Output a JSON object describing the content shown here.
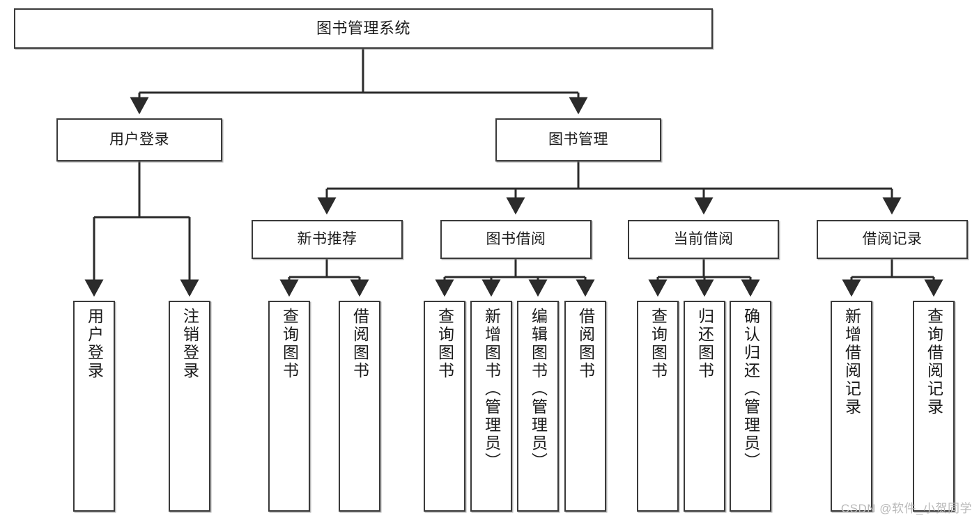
{
  "diagram": {
    "title": "图书管理系统",
    "type": "tree-hierarchy-diagram",
    "watermark": "CSDN @软件_小贺同学",
    "colors": {
      "box_border": "#3a3a3a",
      "box_fill": "#ffffff",
      "connector": "#2b2b2b",
      "text": "#1a1a1a",
      "watermark": "#b9b9b9"
    },
    "nodes": {
      "root": {
        "label": "图书管理系统"
      },
      "level2": [
        {
          "id": "user-login",
          "label": "用户登录"
        },
        {
          "id": "book-management",
          "label": "图书管理"
        }
      ],
      "level3": [
        {
          "id": "new-book-recommend",
          "label": "新书推荐"
        },
        {
          "id": "book-borrow",
          "label": "图书借阅"
        },
        {
          "id": "current-borrow",
          "label": "当前借阅"
        },
        {
          "id": "borrow-record",
          "label": "借阅记录"
        }
      ],
      "leaves": {
        "user-login": [
          {
            "id": "leaf-user-login",
            "label": "用户登录"
          },
          {
            "id": "leaf-user-logout",
            "label": "注销登录"
          }
        ],
        "new-book-recommend": [
          {
            "id": "leaf-query-book-1",
            "label": "查询图书"
          },
          {
            "id": "leaf-borrow-book-1",
            "label": "借阅图书"
          }
        ],
        "book-borrow": [
          {
            "id": "leaf-query-book-2",
            "label": "查询图书"
          },
          {
            "id": "leaf-add-book",
            "label": "新增图书（管理员）"
          },
          {
            "id": "leaf-edit-book",
            "label": "编辑图书（管理员）"
          },
          {
            "id": "leaf-borrow-book-2",
            "label": "借阅图书"
          }
        ],
        "current-borrow": [
          {
            "id": "leaf-query-book-3",
            "label": "查询图书"
          },
          {
            "id": "leaf-return-book",
            "label": "归还图书"
          },
          {
            "id": "leaf-confirm-return",
            "label": "确认归还（管理员）"
          }
        ],
        "borrow-record": [
          {
            "id": "leaf-add-record",
            "label": "新增借阅记录"
          },
          {
            "id": "leaf-query-record",
            "label": "查询借阅记录"
          }
        ]
      }
    }
  }
}
